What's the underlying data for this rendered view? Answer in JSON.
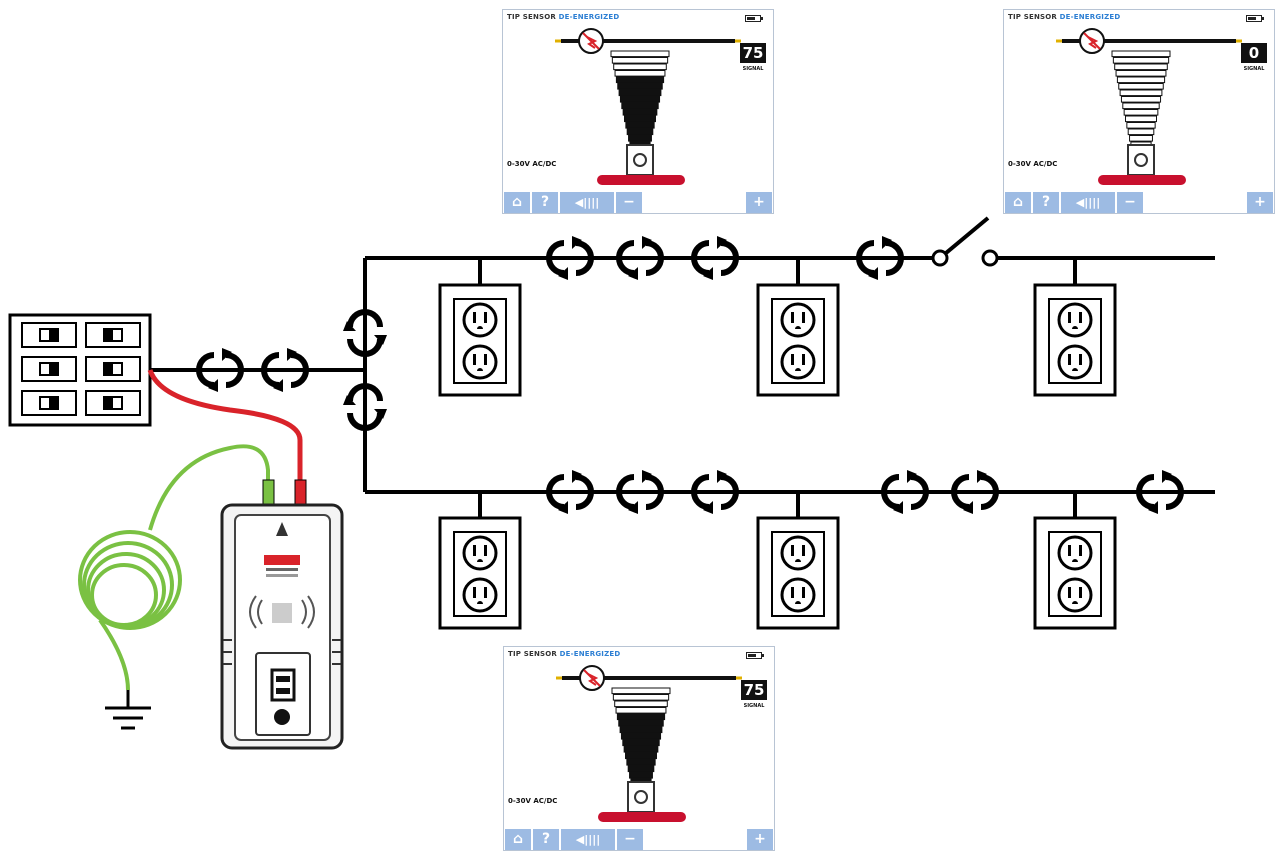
{
  "panels": [
    {
      "sensor_label": "TIP SENSOR",
      "status_label": "DE-ENERGIZED",
      "signal_value": "75",
      "signal_label": "SIGNAL",
      "range_label": "0-30V AC/DC",
      "signal_fill_level": 0.75,
      "buttons": {
        "home": "⌂",
        "help": "?",
        "volume": "◀||||",
        "minus": "−",
        "plus": "+"
      }
    },
    {
      "sensor_label": "TIP SENSOR",
      "status_label": "DE-ENERGIZED",
      "signal_value": "0",
      "signal_label": "SIGNAL",
      "range_label": "0-30V AC/DC",
      "signal_fill_level": 0,
      "buttons": {
        "home": "⌂",
        "help": "?",
        "volume": "◀||||",
        "minus": "−",
        "plus": "+"
      }
    },
    {
      "sensor_label": "TIP SENSOR",
      "status_label": "DE-ENERGIZED",
      "signal_value": "75",
      "signal_label": "SIGNAL",
      "range_label": "0-30V AC/DC",
      "signal_fill_level": 0.75,
      "buttons": {
        "home": "⌂",
        "help": "?",
        "volume": "◀||||",
        "minus": "−",
        "plus": "+"
      }
    }
  ],
  "colors": {
    "wire": "#000000",
    "test_lead_red": "#d9232a",
    "ground_lead_green": "#7ac143",
    "status_blue": "#2d7fd3",
    "button_blue": "#9dbbe3",
    "probe_base_red": "#c8102e"
  },
  "icons": [
    "breaker-panel-icon",
    "ground-symbol-icon",
    "transmitter-icon",
    "outlet-icon",
    "signal-direction-arrow-icon",
    "switch-icon",
    "probe-icon"
  ]
}
